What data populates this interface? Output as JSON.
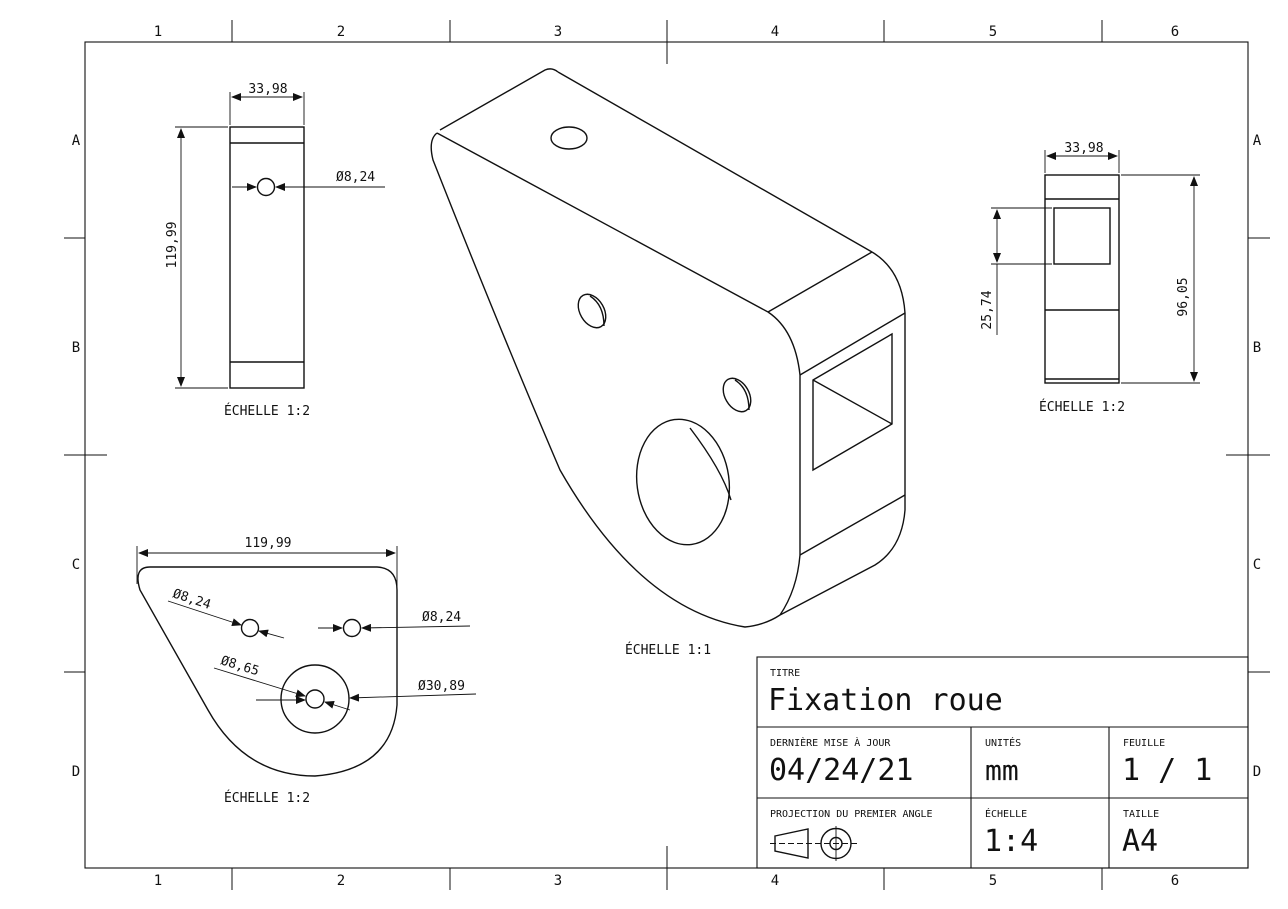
{
  "border": {
    "columns": [
      "1",
      "2",
      "3",
      "4",
      "5",
      "6"
    ],
    "rows": [
      "A",
      "B",
      "C",
      "D"
    ]
  },
  "views": {
    "front_scale": "ÉCHELLE 1:2",
    "side_scale": "ÉCHELLE 1:2",
    "top_scale": "ÉCHELLE 1:2",
    "iso_scale": "ÉCHELLE 1:1"
  },
  "dimensions": {
    "front_width": "33,98",
    "front_height": "119,99",
    "front_hole": "Ø8,24",
    "side_width": "33,98",
    "side_window": "25,74",
    "side_height": "96,05",
    "top_width": "119,99",
    "top_hole_left": "Ø8,24",
    "top_hole_right": "Ø8,24",
    "top_hole_center": "Ø8,65",
    "top_circle": "Ø30,89"
  },
  "title_block": {
    "title_label": "TITRE",
    "title": "Fixation roue",
    "updated_label": "DERNIÈRE MISE À JOUR",
    "updated": "04/24/21",
    "units_label": "UNITÉS",
    "units": "mm",
    "sheet_label": "FEUILLE",
    "sheet": "1 / 1",
    "projection_label": "PROJECTION DU PREMIER ANGLE",
    "scale_label": "ÉCHELLE",
    "scale": "1:4",
    "size_label": "TAILLE",
    "size": "A4"
  }
}
